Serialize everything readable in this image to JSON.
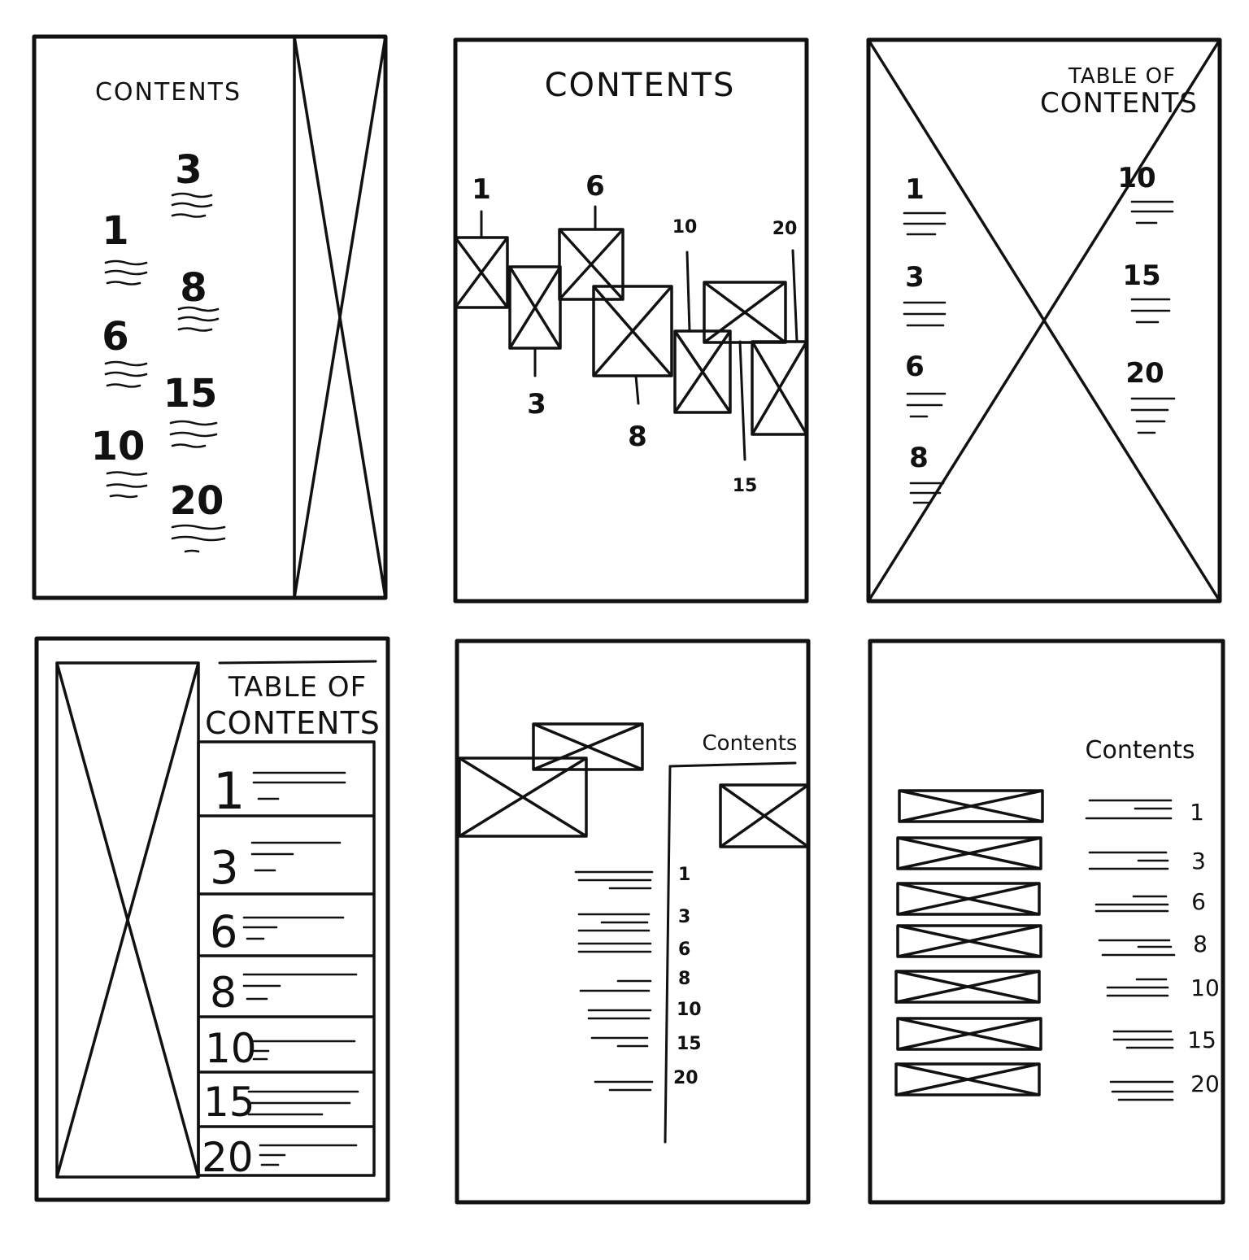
{
  "sketches": [
    {
      "title": "CONTENTS",
      "entries": [
        "1",
        "6",
        "10",
        "3",
        "8",
        "15",
        "20"
      ]
    },
    {
      "title": "CONTENTS",
      "entries": [
        "1",
        "6",
        "10",
        "20",
        "3",
        "8",
        "15"
      ]
    },
    {
      "title_line1": "TABLE OF",
      "title_line2": "CONTENTS",
      "entries": [
        "1",
        "3",
        "6",
        "8",
        "10",
        "15",
        "20"
      ]
    },
    {
      "title_line1": "TABLE OF",
      "title_line2": "CONTENTS",
      "entries": [
        "1",
        "3",
        "6",
        "8",
        "10",
        "15",
        "20"
      ]
    },
    {
      "title": "Contents",
      "entries": [
        "1",
        "3",
        "6",
        "8",
        "10",
        "15",
        "20"
      ]
    },
    {
      "title": "Contents",
      "entries": [
        "1",
        "3",
        "6",
        "8",
        "10",
        "15",
        "20"
      ]
    }
  ]
}
